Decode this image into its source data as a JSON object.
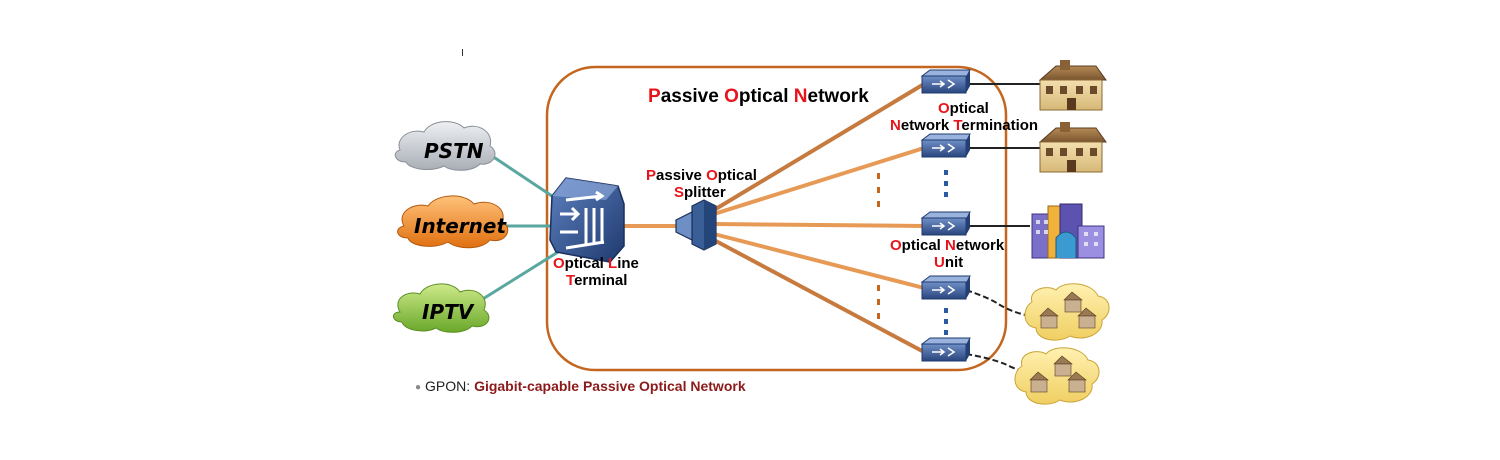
{
  "title": {
    "parts": [
      {
        "t": "P",
        "hl": true
      },
      {
        "t": "assive ",
        "hl": false
      },
      {
        "t": "O",
        "hl": true
      },
      {
        "t": "ptical ",
        "hl": false
      },
      {
        "t": "N",
        "hl": true
      },
      {
        "t": "etwork",
        "hl": false
      }
    ]
  },
  "clouds": {
    "pstn": "PSTN",
    "internet": "Internet",
    "iptv": "IPTV"
  },
  "olt_label": {
    "line1": [
      {
        "t": "O",
        "hl": true
      },
      {
        "t": "ptical ",
        "hl": false
      },
      {
        "t": "L",
        "hl": true
      },
      {
        "t": "ine",
        "hl": false
      }
    ],
    "line2": [
      {
        "t": "T",
        "hl": true
      },
      {
        "t": "erminal",
        "hl": false
      }
    ]
  },
  "splitter_label": {
    "line1": [
      {
        "t": "P",
        "hl": true
      },
      {
        "t": "assive ",
        "hl": false
      },
      {
        "t": "O",
        "hl": true
      },
      {
        "t": "ptical",
        "hl": false
      }
    ],
    "line2": [
      {
        "t": "S",
        "hl": true
      },
      {
        "t": "plitter",
        "hl": false
      }
    ]
  },
  "ont_label": {
    "line1": [
      {
        "t": "O",
        "hl": true
      },
      {
        "t": "ptical",
        "hl": false
      }
    ],
    "line2": [
      {
        "t": "N",
        "hl": true
      },
      {
        "t": "etwork ",
        "hl": false
      },
      {
        "t": "T",
        "hl": true
      },
      {
        "t": "ermination",
        "hl": false
      }
    ]
  },
  "onu_label": {
    "line1": [
      {
        "t": "O",
        "hl": true
      },
      {
        "t": "ptical ",
        "hl": false
      },
      {
        "t": "N",
        "hl": true
      },
      {
        "t": "etwork",
        "hl": false
      }
    ],
    "line2": [
      {
        "t": "U",
        "hl": true
      },
      {
        "t": "nit",
        "hl": false
      }
    ]
  },
  "footer": {
    "prefix": "GPON: ",
    "definition": "Gigabit-capable Passive Optical Network"
  },
  "colors": {
    "fiber": "#e79a55",
    "fiber_dark": "#b06a2c",
    "pon_border": "#c4661f",
    "device_blue": "#2f4e8a",
    "highlight_red": "#e8141c",
    "footer_red": "#8b1a1a",
    "cloud_pstn": "#c8ccd2",
    "cloud_internet": "#f08a24",
    "cloud_iptv": "#8cc63f",
    "teal_link": "#5aa7a0"
  },
  "icons": [
    "cloud-icon",
    "olt-device-icon",
    "splitter-icon",
    "ont-device-icon",
    "house-icon",
    "building-icon",
    "neighborhood-icon"
  ]
}
